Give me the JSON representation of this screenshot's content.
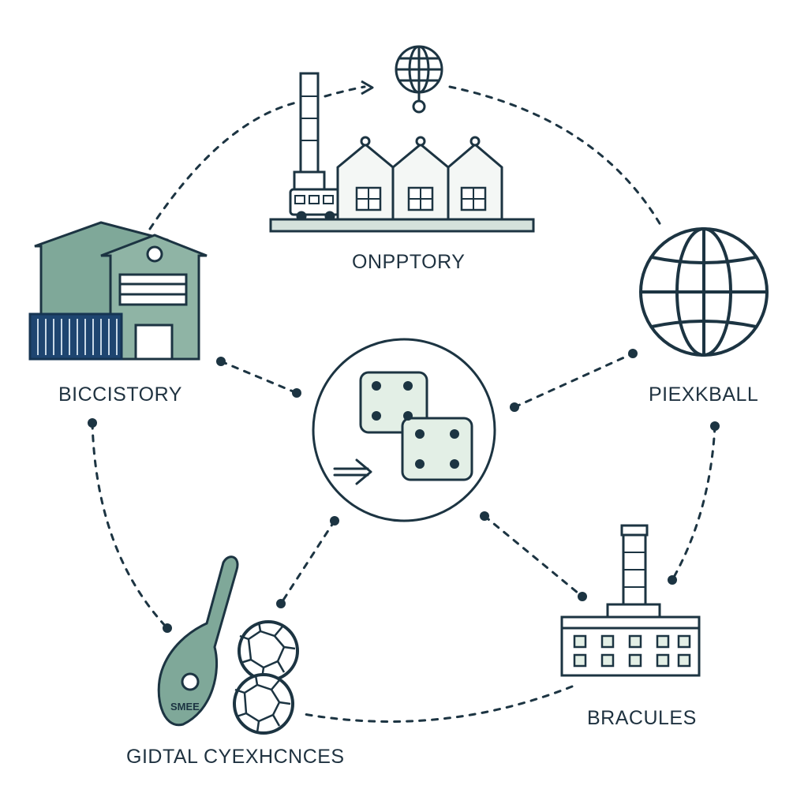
{
  "nodes": {
    "top": {
      "label": "ONPPTORY",
      "icon": "factory-icon"
    },
    "left": {
      "label": "BICCISTORY",
      "icon": "warehouse-icon"
    },
    "right": {
      "label": "PIEXKBALL",
      "icon": "globe-icon"
    },
    "bottom_right": {
      "label": "BRACULES",
      "icon": "office-building-icon"
    },
    "bottom_left": {
      "label": "GIDTAL CYEXHCNCES",
      "icon": "racket-and-balls-icon",
      "racket_text": "SMEE"
    },
    "center": {
      "icon": "dice-icon"
    },
    "top_small": {
      "icon": "globe-pin-icon"
    }
  },
  "colors": {
    "stroke": "#1c3442",
    "dark_navy": "#1e4570",
    "fill_green": "#7fa899",
    "fill_light": "#e3efe6",
    "building_light": "#f4f7f5"
  }
}
